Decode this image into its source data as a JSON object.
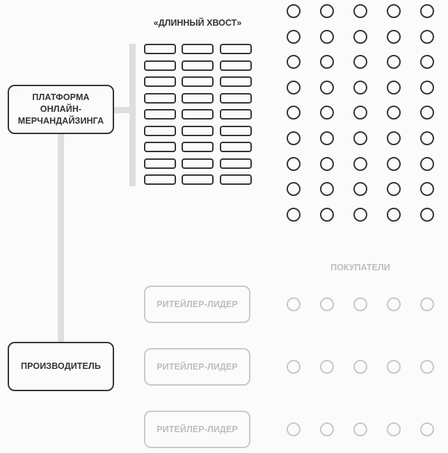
{
  "platform_box": {
    "label": "ПЛАТФОРМА ОНЛАЙН-МЕРЧАНДАЙЗИНГА",
    "lines": [
      "ПЛАТФОРМА",
      "ОНЛАЙН-",
      "МЕРЧАНДАЙЗИНГА"
    ]
  },
  "producer_box": {
    "label": "ПРОИЗВОДИТЕЛЬ"
  },
  "long_tail": {
    "title": "«ДЛИННЫЙ ХВОСТ»",
    "rows": 9,
    "cols": 3
  },
  "top_buyers_grid": {
    "rows": 9,
    "cols": 5
  },
  "buyers_label": "ПОКУПАТЕЛИ",
  "retailers": [
    {
      "label": "РИТЕЙЛЕР-ЛИДЕР"
    },
    {
      "label": "РИТЕЙЛЕР-ЛИДЕР"
    },
    {
      "label": "РИТЕЙЛЕР-ЛИДЕР"
    }
  ],
  "retailer_buyers_per_row": 5,
  "colors": {
    "dark": "#333333",
    "light": "#c7c7c7",
    "connector": "#dedede",
    "background": "#fbfbfb"
  }
}
